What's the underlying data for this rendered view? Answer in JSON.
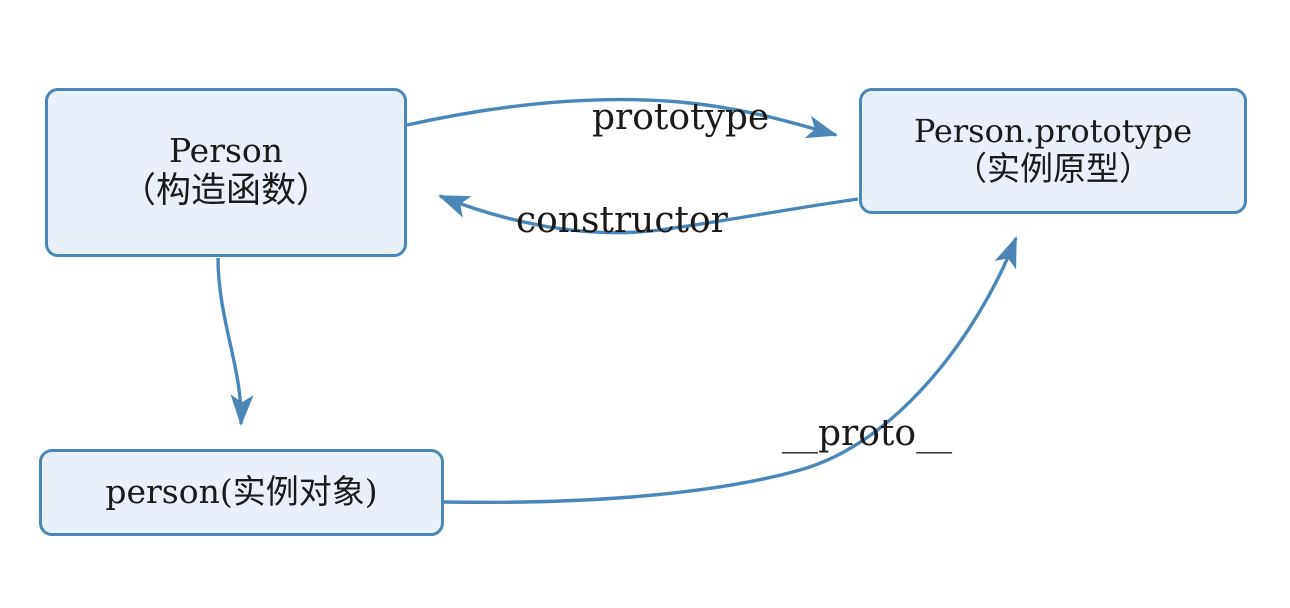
{
  "diagram": {
    "title": "JavaScript prototype chain diagram",
    "background_color": "#ffffff",
    "node_fill_color": "#e9f0fa",
    "node_border_color": "#4a87b8",
    "edge_color": "#4a87b8",
    "text_color": "#1a1a1a",
    "nodes": [
      {
        "id": "person-constructor",
        "line1": "Person",
        "line2": "（构造函数）"
      },
      {
        "id": "person-prototype",
        "line1": "Person.prototype",
        "line2": "（实例原型）"
      },
      {
        "id": "person-instance",
        "line1": "person(实例对象)"
      }
    ],
    "edges": [
      {
        "id": "prototype",
        "label": "prototype",
        "from": "person-constructor",
        "to": "person-prototype",
        "arrow": "right"
      },
      {
        "id": "constructor",
        "label": "constructor",
        "from": "person-prototype",
        "to": "person-constructor",
        "arrow": "left"
      },
      {
        "id": "proto",
        "label": "__proto__",
        "from": "person-instance",
        "to": "person-prototype",
        "arrow": "up"
      },
      {
        "id": "new-instance",
        "label": "",
        "from": "person-constructor",
        "to": "person-instance",
        "arrow": "down"
      }
    ]
  }
}
